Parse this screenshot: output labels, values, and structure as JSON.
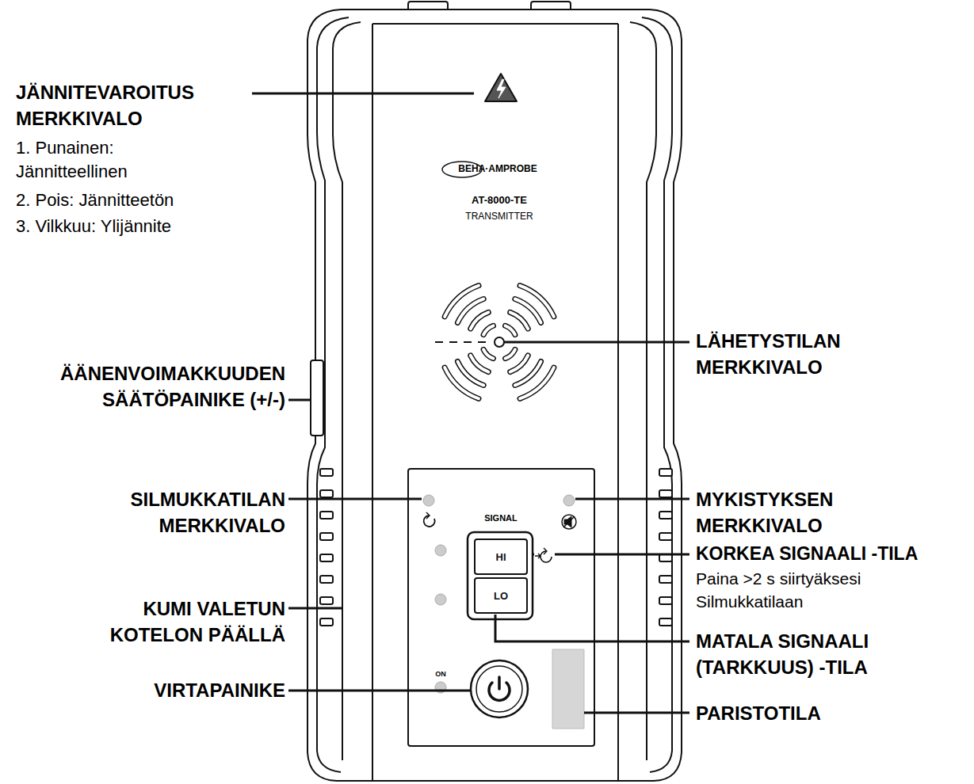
{
  "diagram": {
    "nodes": [
      {
        "text": [
          "HI"
        ]
      },
      {
        "text": [
          "LO"
        ]
      }
    ],
    "labels": [
      "JÄNNITEVAROITUS MERKKIVALO",
      "1. Punainen: Jännitteellinen",
      "2. Pois: Jännitteetön",
      "3. Vilkkuu: Ylijännite",
      "BEHA·AMPROBE",
      "AT-8000-TE",
      "TRANSMITTER",
      "LÄHETYSTILAN MERKKIVALO",
      "ÄÄNENVOIMAKKUUDEN SÄÄTÖPAINIKE (+/-)",
      "SILMUKKATILAN MERKKIVALO",
      "SIGNAL",
      "MYKISTYKSEN MERKKIVALO",
      "KORKEA SIGNAALI -TILA",
      "Paina >2 s siirtyäksesi Silmukkatilaan",
      "KUMI VALETUN KOTELON PÄÄLLÄ",
      "MATALA SIGNAALI (TARKKUUS) -TILA",
      "ON",
      "VIRTAPAINIKE",
      "PARISTOTILA"
    ]
  }
}
